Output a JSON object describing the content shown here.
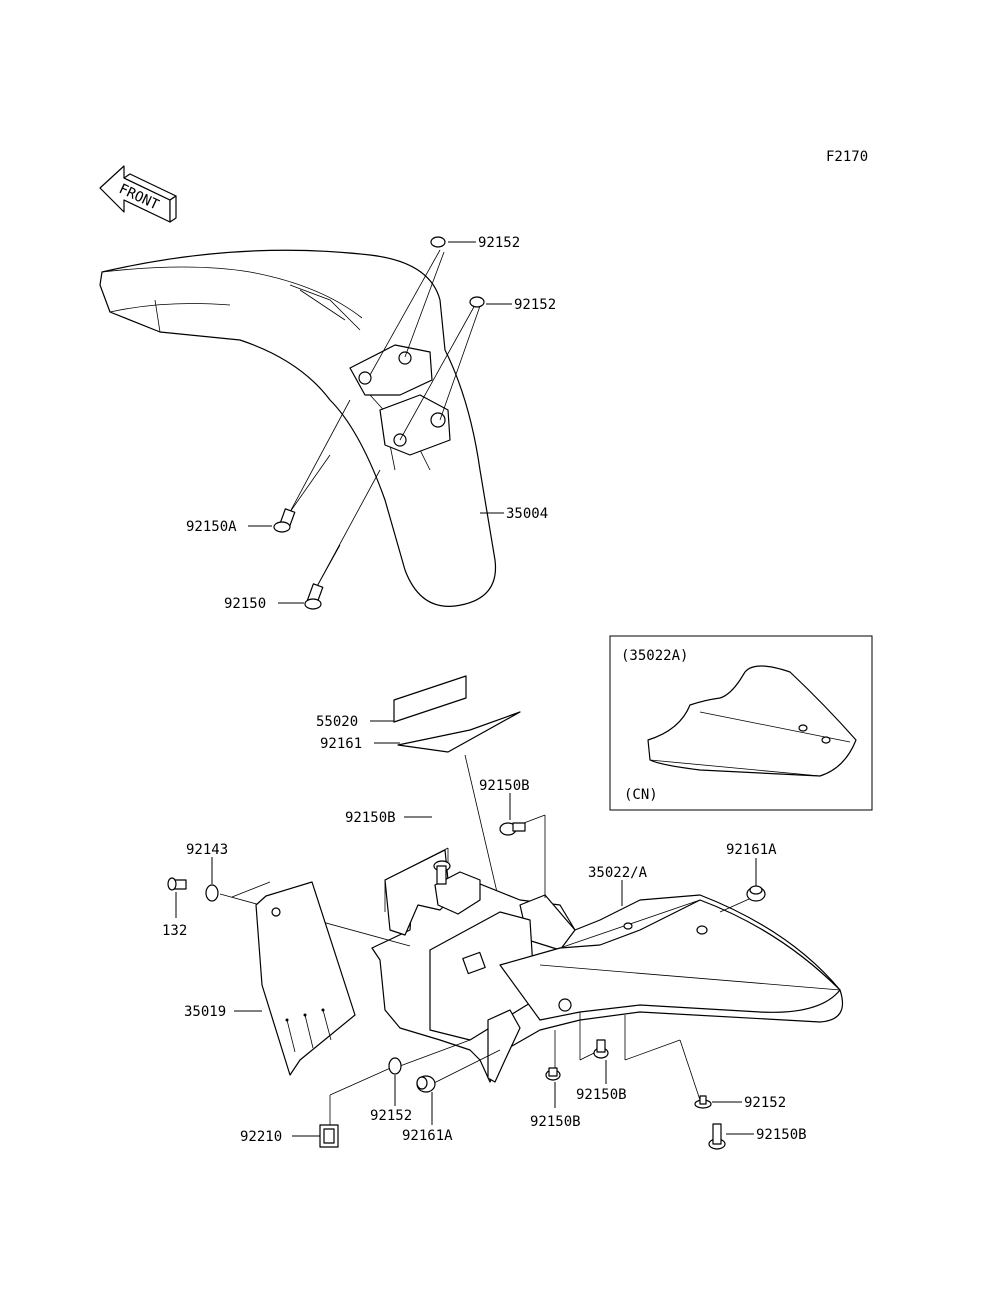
{
  "diagram": {
    "figure_code": "F2170",
    "front_label": "FRONT",
    "inset": {
      "variant_a": "(35022A)",
      "variant_b": "(CN)"
    },
    "callouts": [
      "92152",
      "92152",
      "35004",
      "92150A",
      "92150",
      "55020",
      "92161",
      "92150B",
      "92150B",
      "92143",
      "132",
      "35022/A",
      "92161A",
      "35019",
      "92152",
      "92161A",
      "92150B",
      "92150B",
      "92152",
      "92150B",
      "92210"
    ]
  }
}
